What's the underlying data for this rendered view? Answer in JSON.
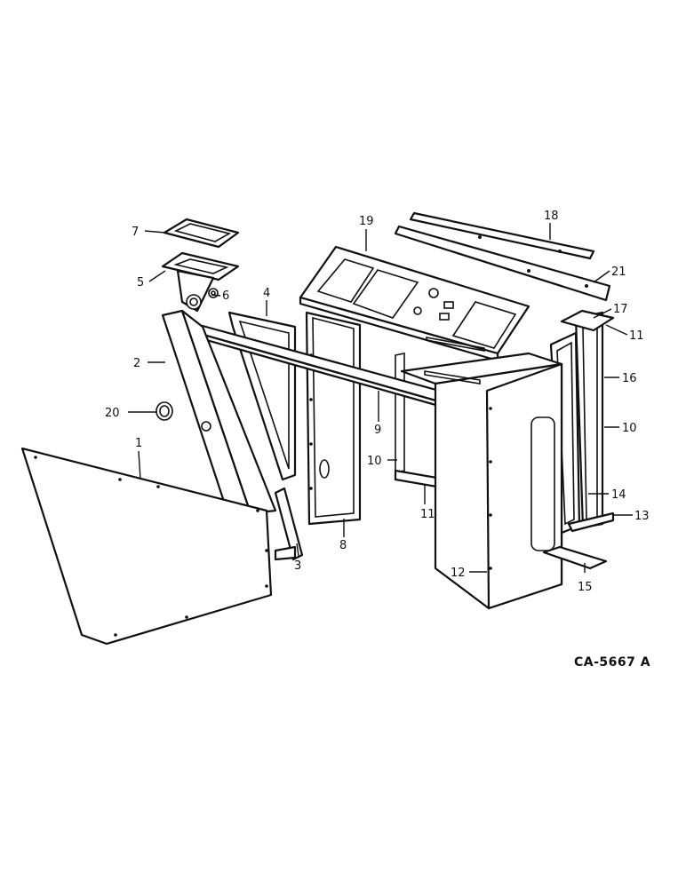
{
  "diagram": {
    "reference_code": "CA-5667 A",
    "callouts": {
      "c1": "1",
      "c2": "2",
      "c3": "3",
      "c4": "4",
      "c5": "5",
      "c6": "6",
      "c7": "7",
      "c8": "8",
      "c9": "9",
      "c10a": "10",
      "c10b": "10",
      "c11a": "11",
      "c11b": "11",
      "c12": "12",
      "c13": "13",
      "c14": "14",
      "c15": "15",
      "c16": "16",
      "c17": "17",
      "c18": "18",
      "c19": "19",
      "c20": "20",
      "c21": "21"
    }
  }
}
